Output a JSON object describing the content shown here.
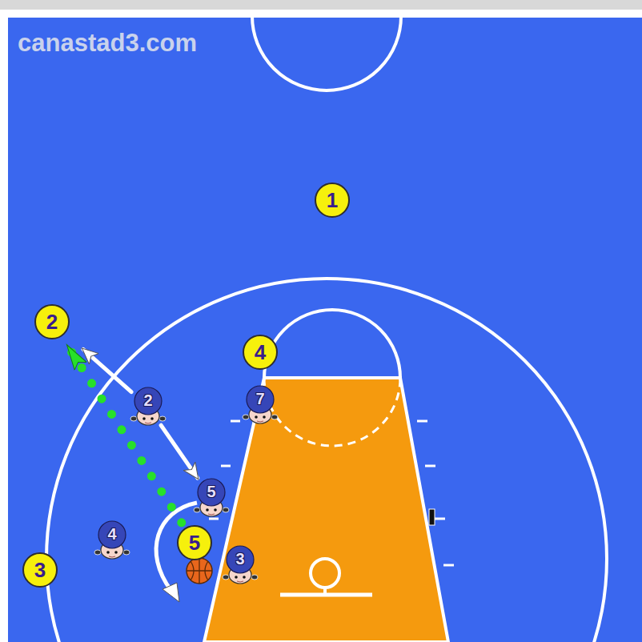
{
  "diagram": {
    "nodes": [
      {
        "text": [
          "1"
        ]
      },
      {
        "text": [
          "2"
        ]
      },
      {
        "text": [
          "4"
        ]
      },
      {
        "text": [
          "2"
        ]
      },
      {
        "text": [
          "7"
        ]
      },
      {
        "text": [
          "5"
        ]
      },
      {
        "text": [
          "4"
        ]
      },
      {
        "text": [
          "5"
        ]
      },
      {
        "text": [
          "3"
        ]
      },
      {
        "text": [
          "3"
        ]
      }
    ],
    "edges": [
      {
        "from": 3,
        "to": 1,
        "arrow": "to"
      },
      {
        "from": 3,
        "to": 5,
        "arrow": "to"
      },
      {
        "from": 7,
        "to": 1,
        "arrow": "to"
      }
    ],
    "labels": [
      "canastad3.com"
    ]
  }
}
